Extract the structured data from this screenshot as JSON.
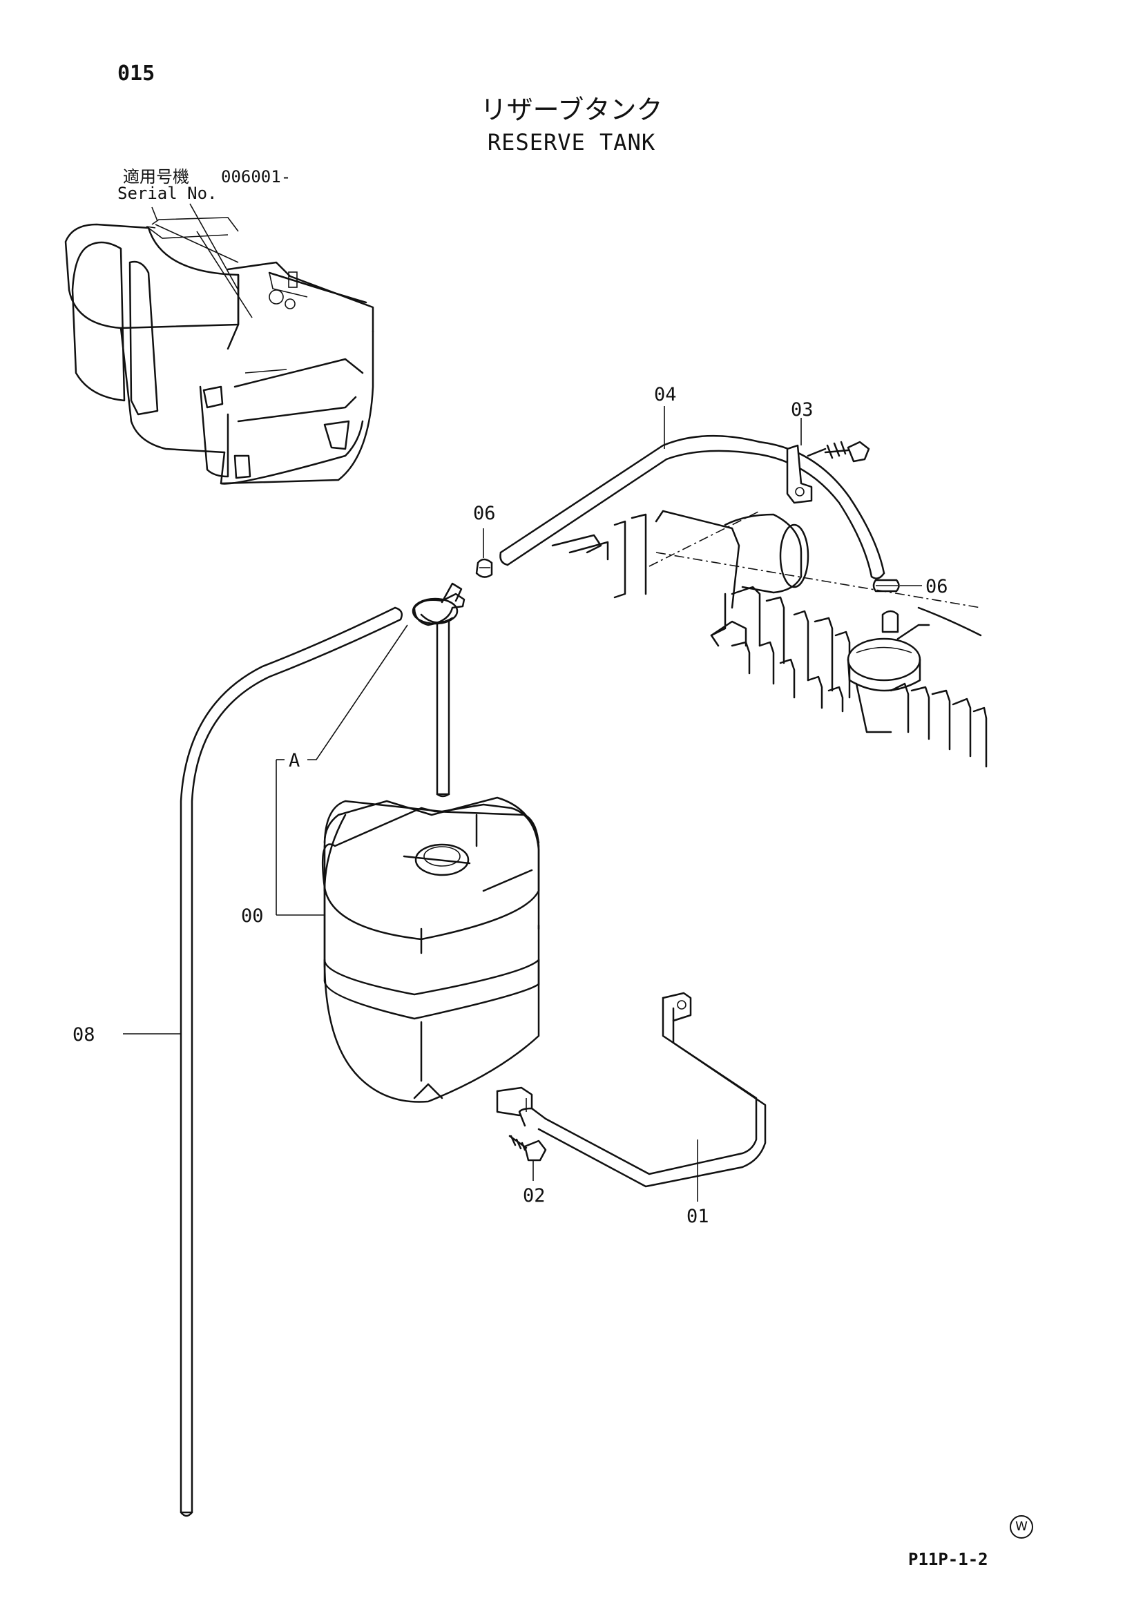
{
  "header": {
    "page_number": "015",
    "title_jp": "リザーブタンク",
    "title_en": "RESERVE TANK"
  },
  "serial": {
    "label_jp": "適用号機",
    "value": "006001-",
    "label_en": "Serial No."
  },
  "callouts": {
    "c00": "00",
    "c01": "01",
    "c02": "02",
    "c03": "03",
    "c04": "04",
    "c06a": "06",
    "c06b": "06",
    "c08": "08",
    "cA": "A"
  },
  "footer": {
    "mark": "W",
    "page_ref": "P11P-1-2"
  }
}
